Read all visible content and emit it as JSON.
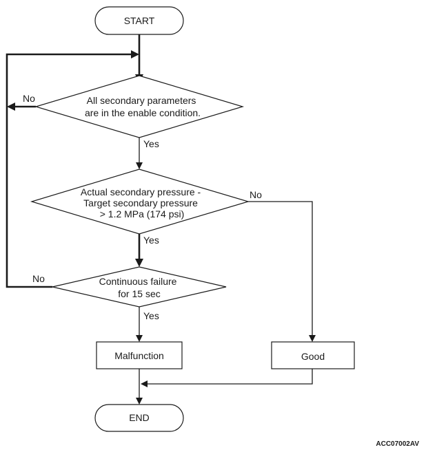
{
  "nodes": {
    "start": "START",
    "condition_enable": [
      "All secondary parameters",
      "are in the enable condition."
    ],
    "condition_pressure": [
      "Actual secondary pressure -",
      "Target secondary pressure",
      "> 1.2 MPa (174 psi)"
    ],
    "condition_failure": [
      "Continuous failure",
      "for 15 sec"
    ],
    "malfunction": "Malfunction",
    "good": "Good",
    "end": "END"
  },
  "branch_labels": {
    "enable_no": "No",
    "enable_yes": "Yes",
    "pressure_no": "No",
    "pressure_yes": "Yes",
    "failure_no": "No",
    "failure_yes": "Yes"
  },
  "figure_code": "ACC07002AV"
}
